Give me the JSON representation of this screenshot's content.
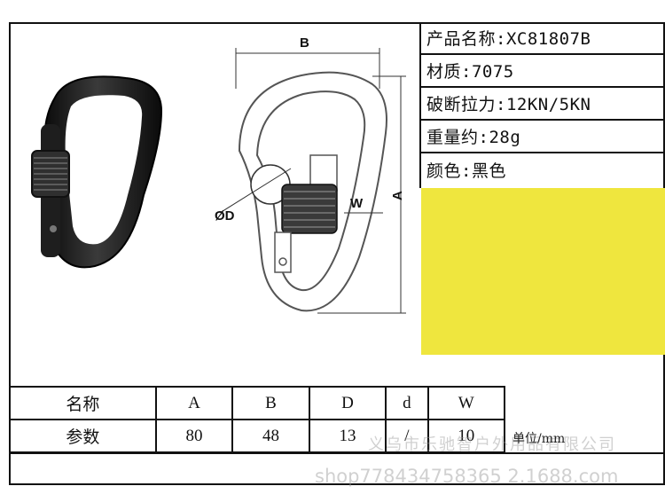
{
  "specs": {
    "product_name": "产品名称:XC81807B",
    "material": "材质:7075",
    "breaking_strength": "破断拉力:12KN/5KN",
    "weight": "重量约:28g",
    "color": "颜色:黑色"
  },
  "swatch_color": "#efe63e",
  "diagram": {
    "label_b": "B",
    "label_a": "A",
    "label_w": "W",
    "label_d": "ØD"
  },
  "table": {
    "header": [
      "名称",
      "A",
      "B",
      "D",
      "d",
      "W"
    ],
    "values": [
      "参数",
      "80",
      "48",
      "13",
      "/",
      "10"
    ]
  },
  "unit_note": "单位/mm",
  "watermark": {
    "company": "义乌市乐驰智户外用品有限公司",
    "shop": "shop778434758365 2.1688.com"
  }
}
